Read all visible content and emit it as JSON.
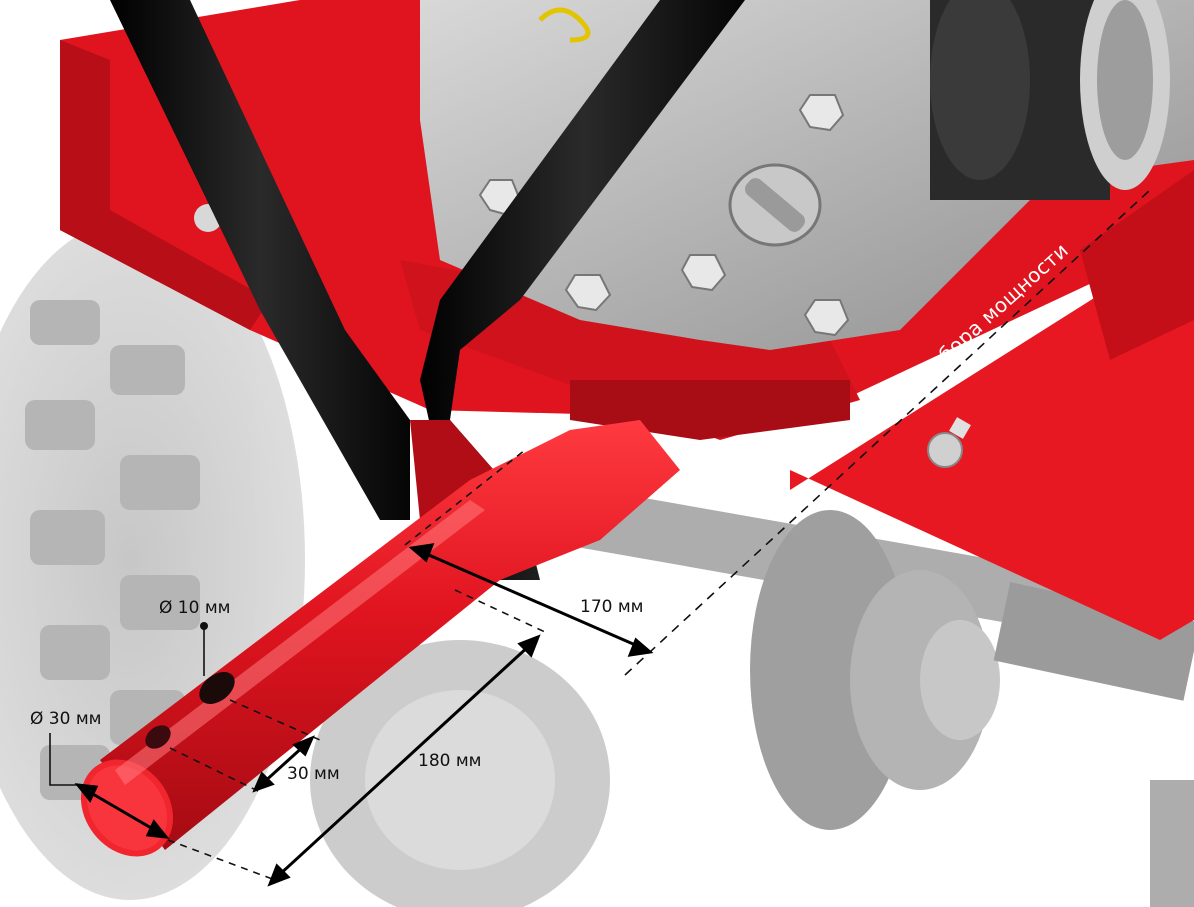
{
  "annotations": {
    "hole_diameter": "Ø 10 мм",
    "shaft_diameter": "Ø 30 мм",
    "hole_spacing": "30 мм",
    "shaft_length": "180 мм",
    "offset_to_axis": "170 мм",
    "axis_label": "ось шкива отбора мощности"
  },
  "colors": {
    "red_paint": "#e0141f",
    "handle_black": "#141414",
    "engine_grey": "#b9b9b9",
    "wheel_grey": "#8a8a8a"
  }
}
